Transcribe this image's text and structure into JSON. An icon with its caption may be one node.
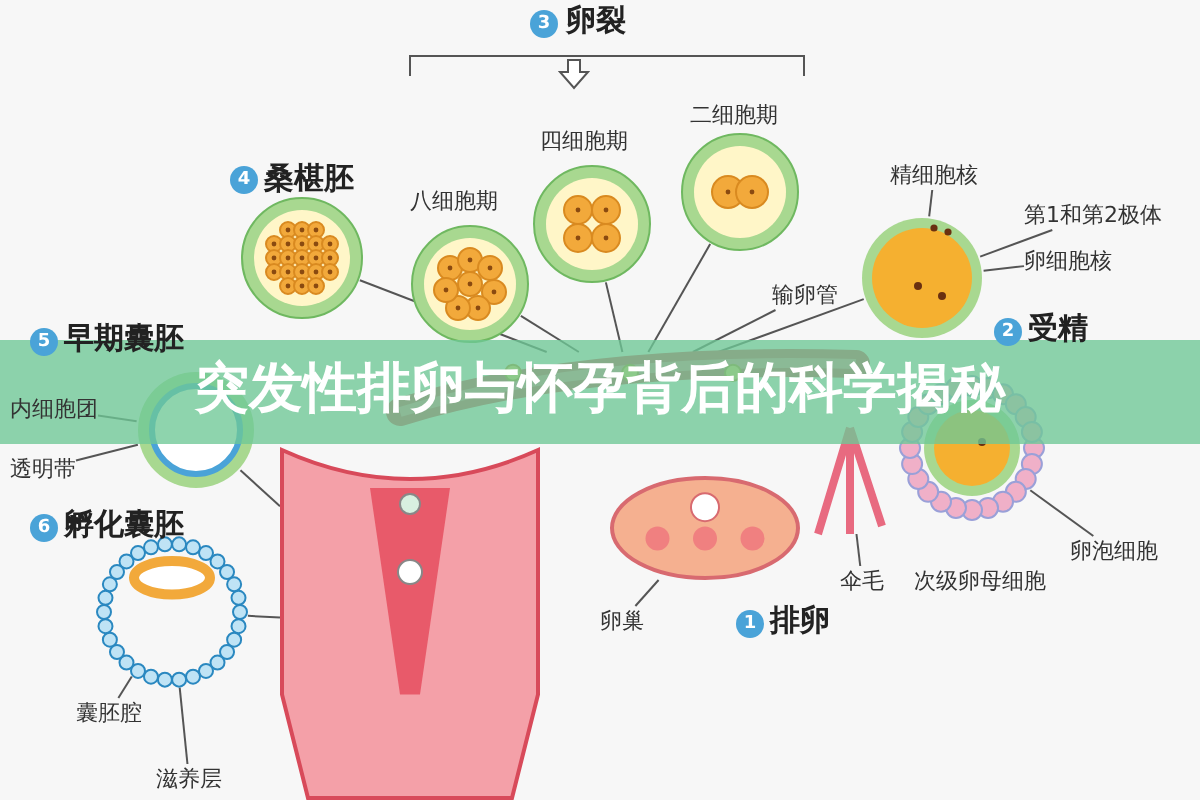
{
  "diagram": {
    "title": "突发性排卵与怀孕背后的科学揭秘",
    "nodes": [
      {
        "text": [
          "精细胞核"
        ]
      },
      {
        "text": [
          "第1和第2极体"
        ]
      },
      {
        "text": [
          "卵细胞核"
        ]
      },
      {
        "text": [],
        "shape": "picture"
      },
      {
        "text": [
          "卵泡细胞"
        ]
      },
      {
        "text": [],
        "shape": "picture"
      },
      {
        "text": [
          "输卵管"
        ]
      },
      {
        "text": [],
        "shape": "picture"
      },
      {
        "text": [
          "伞毛"
        ]
      },
      {
        "text": [],
        "shape": "picture"
      },
      {
        "text": [
          "卵巢"
        ]
      },
      {
        "text": [],
        "shape": "picture"
      },
      {
        "text": [
          "内细胞团"
        ]
      },
      {
        "text": [
          "透明带"
        ]
      },
      {
        "text": [],
        "shape": "picture"
      },
      {
        "text": [
          "囊胚腔"
        ]
      },
      {
        "text": [
          "滋养层"
        ]
      },
      {
        "text": [],
        "shape": "picture"
      },
      {
        "text": [],
        "shape": "picture"
      },
      {
        "text": [],
        "shape": "picture"
      },
      {
        "text": [],
        "shape": "picture"
      },
      {
        "text": [],
        "shape": "picture"
      },
      {
        "text": [],
        "shape": "picture"
      }
    ],
    "edges": [
      {
        "from": 0,
        "to": 3,
        "arrow": "none"
      },
      {
        "from": 1,
        "to": 3,
        "arrow": "none"
      },
      {
        "from": 2,
        "to": 3,
        "arrow": "none"
      },
      {
        "from": 4,
        "to": 5,
        "arrow": "none"
      },
      {
        "from": 6,
        "to": 7,
        "arrow": "none"
      },
      {
        "from": 8,
        "to": 9,
        "arrow": "none"
      },
      {
        "from": 10,
        "to": 11,
        "arrow": "none"
      },
      {
        "from": 12,
        "to": 14,
        "arrow": "none"
      },
      {
        "from": 13,
        "to": 14,
        "arrow": "none"
      },
      {
        "from": 15,
        "to": 17,
        "arrow": "none"
      },
      {
        "from": 16,
        "to": 17,
        "arrow": "none"
      },
      {
        "from": 18,
        "to": 7,
        "arrow": "none"
      },
      {
        "from": 19,
        "to": 7,
        "arrow": "none"
      },
      {
        "from": 20,
        "to": 7,
        "arrow": "none"
      },
      {
        "from": 21,
        "to": 7,
        "arrow": "none"
      },
      {
        "from": 3,
        "to": 7,
        "arrow": "none"
      },
      {
        "from": 14,
        "to": 22,
        "arrow": "none"
      },
      {
        "from": 17,
        "to": 22,
        "arrow": "none"
      }
    ],
    "labels": [
      "3",
      "卵裂",
      "4",
      "桑椹胚",
      "八细胞期",
      "四细胞期",
      "二细胞期",
      "5",
      "早期囊胚",
      "2",
      "受精",
      "6",
      "孵化囊胚",
      "次级卵母细胞",
      "1",
      "排卵"
    ]
  }
}
